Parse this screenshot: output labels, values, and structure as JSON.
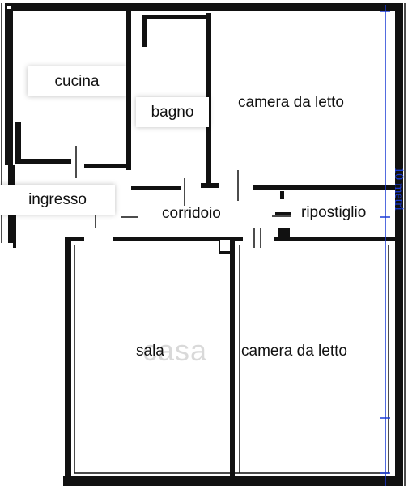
{
  "rooms": {
    "cucina": "cucina",
    "bagno": "bagno",
    "camera_top": "camera da letto",
    "ingresso": "ingresso",
    "corridoio": "corridoio",
    "ripostiglio": "ripostiglio",
    "sala": "sala",
    "camera_bottom": "camera da letto"
  },
  "scale_label": "10 metri",
  "watermark": "casa",
  "colors": {
    "wall": "#111111",
    "scale": "#1a3bd6",
    "background": "#ffffff"
  }
}
